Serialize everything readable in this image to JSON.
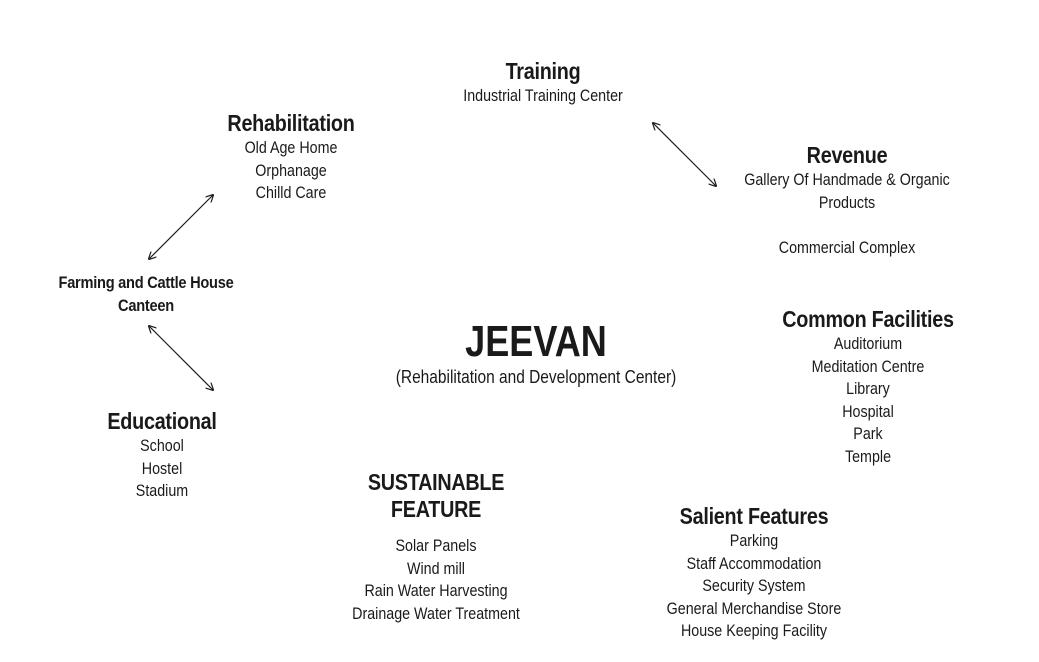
{
  "center": {
    "title": "JEEVAN",
    "subtitle": "(Rehabilitation and Development Center)"
  },
  "training": {
    "heading": "Training",
    "items": [
      "Industrial Training Center"
    ]
  },
  "rehabilitation": {
    "heading": "Rehabilitation",
    "items": [
      "Old Age Home",
      "Orphanage",
      "Chilld Care"
    ]
  },
  "revenue": {
    "heading": "Revenue",
    "items": [
      "Gallery Of Handmade & Organic",
      "Products",
      "",
      "Commercial Complex"
    ]
  },
  "farming": {
    "heading_line1": "Farming and Cattle House",
    "heading_line2": "Canteen"
  },
  "common_facilities": {
    "heading": "Common Facilities",
    "items": [
      "Auditorium",
      "Meditation Centre",
      "Library",
      "Hospital",
      "Park",
      "Temple"
    ]
  },
  "educational": {
    "heading": "Educational",
    "items": [
      "School",
      "Hostel",
      "Stadium"
    ]
  },
  "sustainable": {
    "heading_line1": "SUSTAINABLE",
    "heading_line2": "FEATURE",
    "items": [
      "Solar Panels",
      "Wind mill",
      "Rain Water Harvesting",
      "Drainage Water Treatment"
    ]
  },
  "salient": {
    "heading": "Salient Features",
    "items": [
      "Parking",
      "Staff Accommodation",
      "Security System",
      "General Merchandise Store",
      "House Keeping Facility"
    ]
  },
  "colors": {
    "text": "#1a1a1a",
    "background": "#ffffff",
    "arrow": "#1a1a1a"
  }
}
